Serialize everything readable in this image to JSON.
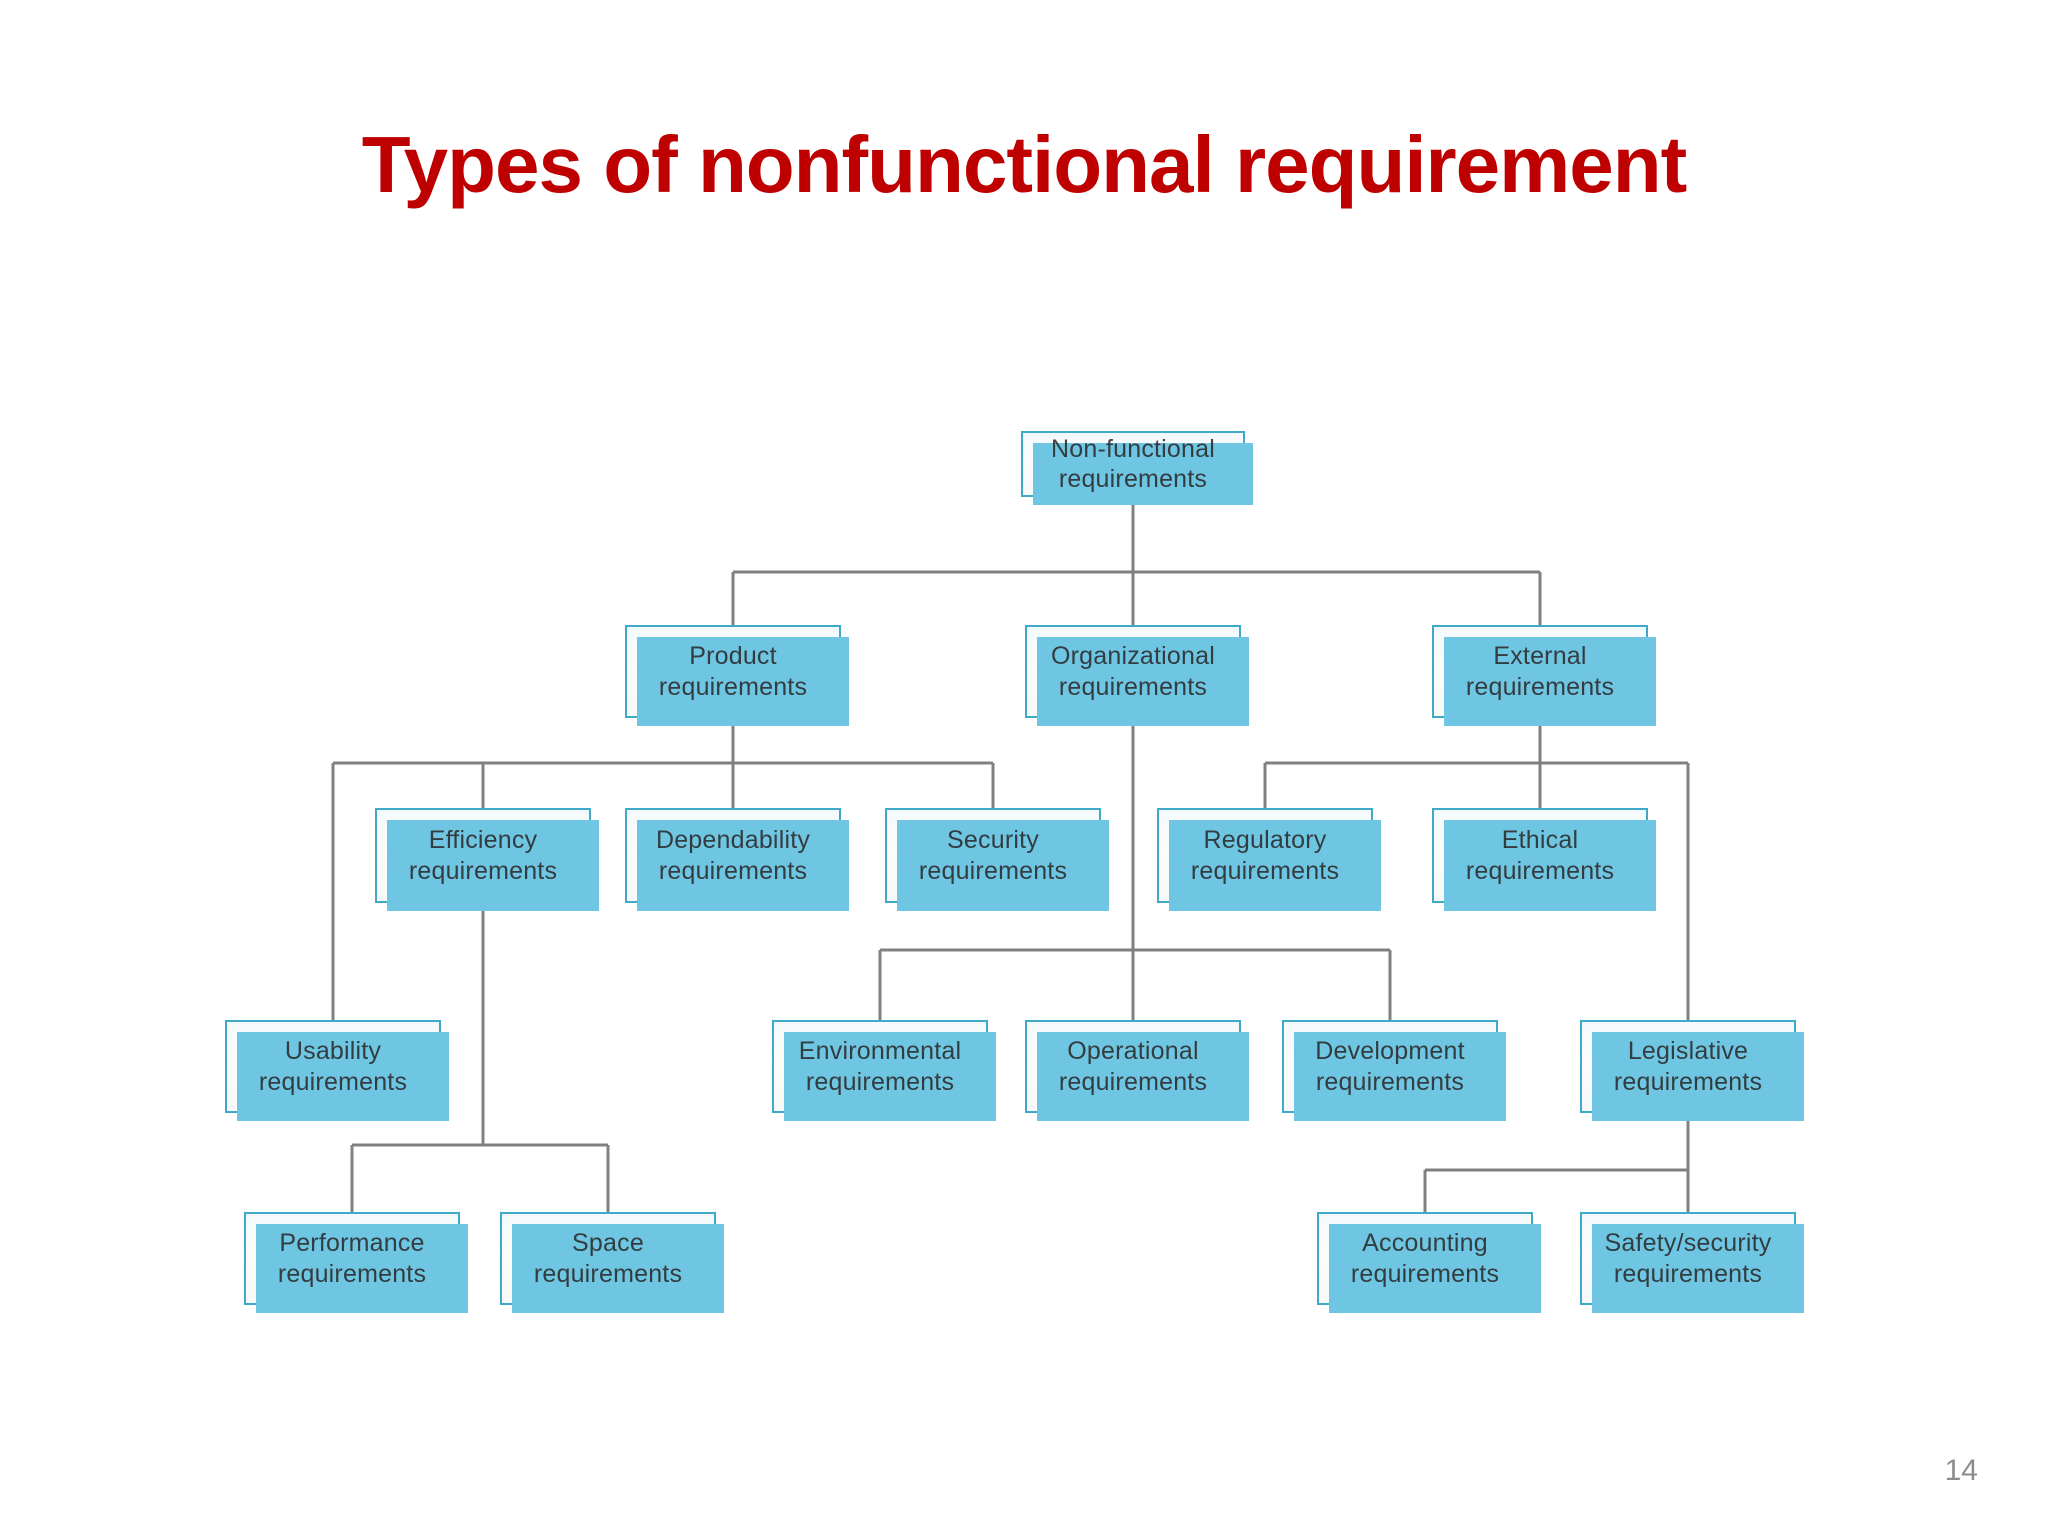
{
  "slide": {
    "title": "Types of nonfunctional requirement",
    "page_number": "14",
    "title_color": "#BE0000",
    "node_border_color": "#3FA9C9",
    "node_shadow_color": "#6EC6E2",
    "node_fill_color": "#FAFBFA",
    "connector_color": "#808080",
    "page_number_color": "#8C8C8C",
    "background_color": "#FFFFFF"
  },
  "chart_data": {
    "type": "diagram",
    "diagram_kind": "tree",
    "title": "Types of nonfunctional requirement",
    "root": "Non-functional requirements",
    "nodes": [
      {
        "id": "root",
        "line1": "Non-functional",
        "line2": "requirements",
        "level": 0,
        "parent": null
      },
      {
        "id": "product",
        "line1": "Product",
        "line2": "requirements",
        "level": 1,
        "parent": "root"
      },
      {
        "id": "organizational",
        "line1": "Organizational",
        "line2": "requirements",
        "level": 1,
        "parent": "root"
      },
      {
        "id": "external",
        "line1": "External",
        "line2": "requirements",
        "level": 1,
        "parent": "root"
      },
      {
        "id": "efficiency",
        "line1": "Efficiency",
        "line2": "requirements",
        "level": 2,
        "parent": "product"
      },
      {
        "id": "dependability",
        "line1": "Dependability",
        "line2": "requirements",
        "level": 2,
        "parent": "product"
      },
      {
        "id": "security",
        "line1": "Security",
        "line2": "requirements",
        "level": 2,
        "parent": "product"
      },
      {
        "id": "regulatory",
        "line1": "Regulatory",
        "line2": "requirements",
        "level": 2,
        "parent": "external"
      },
      {
        "id": "ethical",
        "line1": "Ethical",
        "line2": "requirements",
        "level": 2,
        "parent": "external"
      },
      {
        "id": "usability",
        "line1": "Usability",
        "line2": "requirements",
        "level": 3,
        "parent": "product"
      },
      {
        "id": "environmental",
        "line1": "Environmental",
        "line2": "requirements",
        "level": 3,
        "parent": "organizational"
      },
      {
        "id": "operational",
        "line1": "Operational",
        "line2": "requirements",
        "level": 3,
        "parent": "organizational"
      },
      {
        "id": "development",
        "line1": "Development",
        "line2": "requirements",
        "level": 3,
        "parent": "organizational"
      },
      {
        "id": "legislative",
        "line1": "Legislative",
        "line2": "requirements",
        "level": 3,
        "parent": "external"
      },
      {
        "id": "performance",
        "line1": "Performance",
        "line2": "requirements",
        "level": 4,
        "parent": "efficiency"
      },
      {
        "id": "space",
        "line1": "Space",
        "line2": "requirements",
        "level": 4,
        "parent": "efficiency"
      },
      {
        "id": "accounting",
        "line1": "Accounting",
        "line2": "requirements",
        "level": 4,
        "parent": "legislative"
      },
      {
        "id": "safety",
        "line1": "Safety/security",
        "line2": "requirements",
        "level": 4,
        "parent": "legislative"
      }
    ],
    "edges": [
      [
        "root",
        "product"
      ],
      [
        "root",
        "organizational"
      ],
      [
        "root",
        "external"
      ],
      [
        "product",
        "efficiency"
      ],
      [
        "product",
        "dependability"
      ],
      [
        "product",
        "security"
      ],
      [
        "product",
        "usability"
      ],
      [
        "external",
        "regulatory"
      ],
      [
        "external",
        "ethical"
      ],
      [
        "external",
        "legislative"
      ],
      [
        "organizational",
        "environmental"
      ],
      [
        "organizational",
        "operational"
      ],
      [
        "organizational",
        "development"
      ],
      [
        "efficiency",
        "performance"
      ],
      [
        "efficiency",
        "space"
      ],
      [
        "legislative",
        "accounting"
      ],
      [
        "legislative",
        "safety"
      ]
    ]
  }
}
